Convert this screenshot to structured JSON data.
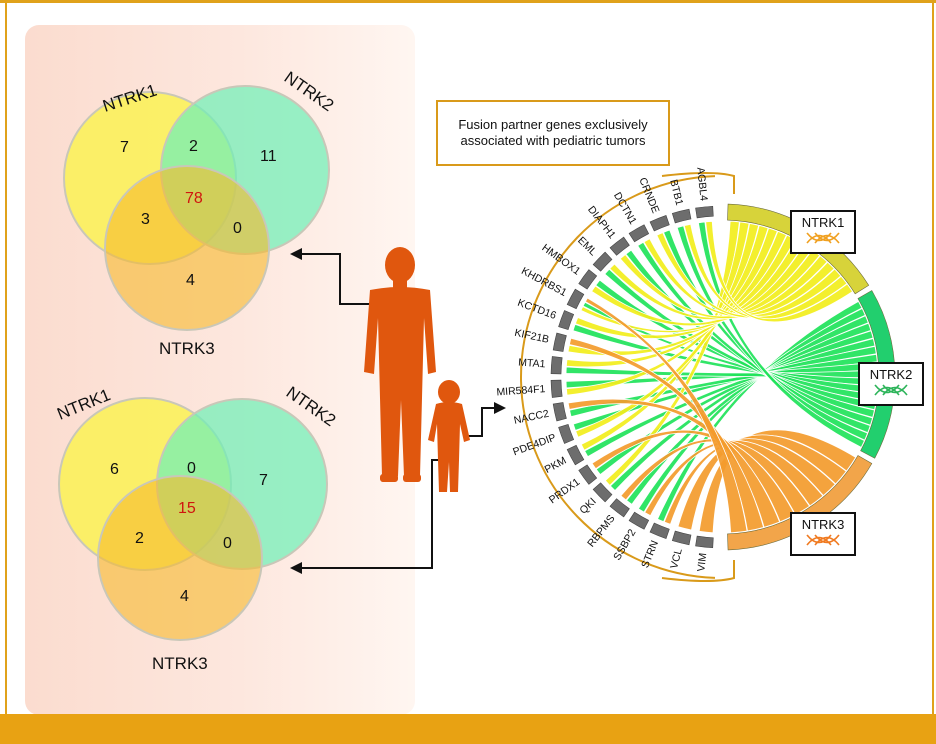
{
  "venn_top": {
    "labels": {
      "a": "NTRK1",
      "b": "NTRK2",
      "c": "NTRK3"
    },
    "regions": {
      "a_only": "7",
      "ab": "2",
      "b_only": "11",
      "ac": "3",
      "abc": "78",
      "bc": "0",
      "c_only": "4"
    }
  },
  "venn_bottom": {
    "labels": {
      "a": "NTRK1",
      "b": "NTRK2",
      "c": "NTRK3"
    },
    "regions": {
      "a_only": "6",
      "ab": "0",
      "b_only": "7",
      "ac": "2",
      "abc": "15",
      "bc": "0",
      "c_only": "4"
    }
  },
  "chord": {
    "title": "Fusion partner genes exclusively associated with pediatric tumors",
    "partners": [
      "VIM",
      "VCL",
      "STRN",
      "SSBP2",
      "RBPMS",
      "QKI",
      "PRDX1",
      "PKM",
      "PDE4DIP",
      "NACC2",
      "MIR584F1",
      "MTA1",
      "KIF21B",
      "KCTD16",
      "KHDRBS1",
      "HMBOX1",
      "EML",
      "DIAPH1",
      "DCTN1",
      "CRNDE",
      "BTB1",
      "AGBL4"
    ],
    "genes": [
      {
        "name": "NTRK1",
        "color": "#d7d33a",
        "ribbon": "#f2ee1c"
      },
      {
        "name": "NTRK2",
        "color": "#22cf6e",
        "ribbon": "#20e35a"
      },
      {
        "name": "NTRK3",
        "color": "#f2a54a",
        "ribbon": "#f39b2c"
      }
    ]
  },
  "colors": {
    "accent": "#e0a21b",
    "person": "#e0570e",
    "highlight": "#d0150f"
  }
}
